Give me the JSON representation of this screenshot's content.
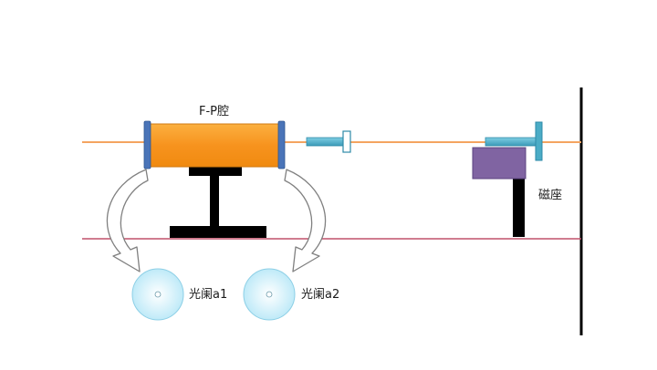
{
  "labels": {
    "cavity": "F-P腔",
    "magnetic_base": "磁座",
    "aperture_1": "光阑a1",
    "aperture_2": "光阑a2"
  },
  "colors": {
    "beam_upper": "#f4a460",
    "beam_lower": "#c0506a",
    "cavity_body": "#f7931e",
    "cavity_mirror": "#4a74b8",
    "mount": "#000000",
    "tube": "#4bacc6",
    "magnetic_base": "#8064a2",
    "aperture_fill": "#ccf0fb",
    "arrow_fill": "#ffffff",
    "arrow_stroke": "#808080"
  }
}
